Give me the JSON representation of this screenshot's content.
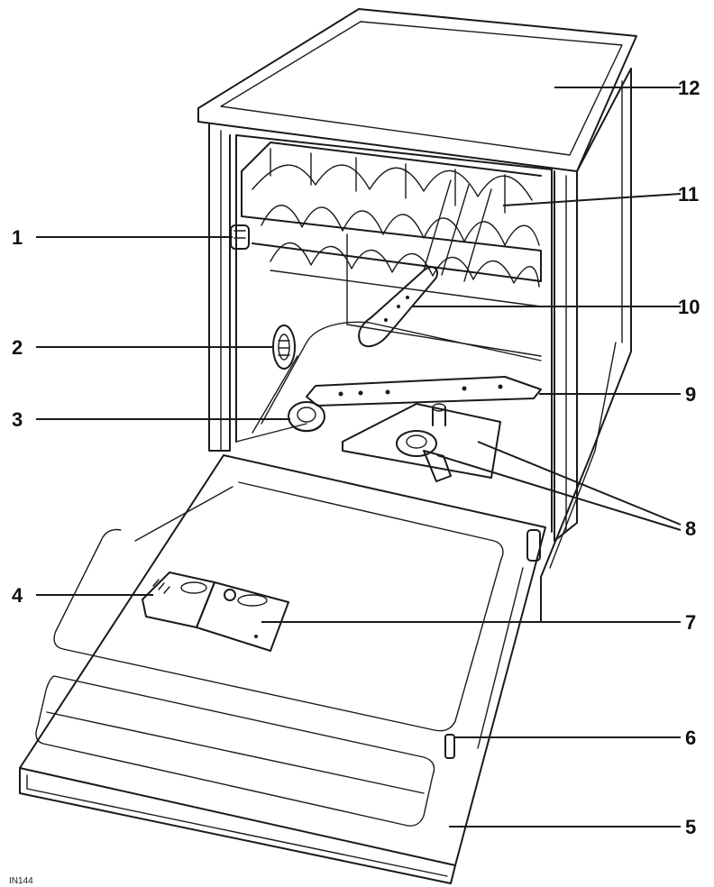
{
  "diagram": {
    "image_code": "IN144",
    "callouts": [
      {
        "id": "c1",
        "number": "1"
      },
      {
        "id": "c2",
        "number": "2"
      },
      {
        "id": "c3",
        "number": "3"
      },
      {
        "id": "c4",
        "number": "4"
      },
      {
        "id": "c5",
        "number": "5"
      },
      {
        "id": "c6",
        "number": "6"
      },
      {
        "id": "c7",
        "number": "7"
      },
      {
        "id": "c8",
        "number": "8"
      },
      {
        "id": "c9",
        "number": "9"
      },
      {
        "id": "c10",
        "number": "10"
      },
      {
        "id": "c11",
        "number": "11"
      },
      {
        "id": "c12",
        "number": "12"
      }
    ]
  }
}
